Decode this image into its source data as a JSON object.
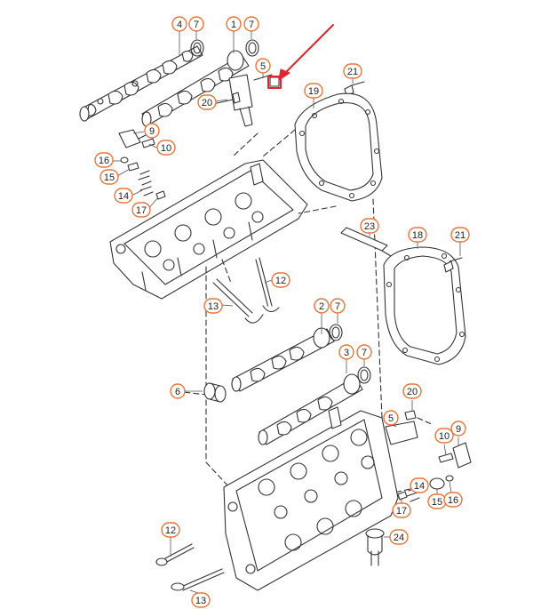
{
  "diagram": {
    "accent_color": "#e8763a",
    "highlight_color": "#e3242b",
    "line_color": "#333333",
    "callouts": [
      {
        "id": "c-4",
        "label": "4"
      },
      {
        "id": "c-7a",
        "label": "7"
      },
      {
        "id": "c-1",
        "label": "1"
      },
      {
        "id": "c-7b",
        "label": "7"
      },
      {
        "id": "c-5a",
        "label": "5"
      },
      {
        "id": "c-20a",
        "label": "20"
      },
      {
        "id": "c-21a",
        "label": "21"
      },
      {
        "id": "c-19",
        "label": "19"
      },
      {
        "id": "c-9a",
        "label": "9"
      },
      {
        "id": "c-10a",
        "label": "10"
      },
      {
        "id": "c-16a",
        "label": "16"
      },
      {
        "id": "c-15a",
        "label": "15"
      },
      {
        "id": "c-14a",
        "label": "14"
      },
      {
        "id": "c-17a",
        "label": "17"
      },
      {
        "id": "c-23",
        "label": "23"
      },
      {
        "id": "c-18",
        "label": "18"
      },
      {
        "id": "c-21b",
        "label": "21"
      },
      {
        "id": "c-12a",
        "label": "12"
      },
      {
        "id": "c-13a",
        "label": "13"
      },
      {
        "id": "c-2",
        "label": "2"
      },
      {
        "id": "c-7c",
        "label": "7"
      },
      {
        "id": "c-3",
        "label": "3"
      },
      {
        "id": "c-7d",
        "label": "7"
      },
      {
        "id": "c-6",
        "label": "6"
      },
      {
        "id": "c-20b",
        "label": "20"
      },
      {
        "id": "c-5b",
        "label": "5"
      },
      {
        "id": "c-10b",
        "label": "10"
      },
      {
        "id": "c-9b",
        "label": "9"
      },
      {
        "id": "c-14b",
        "label": "14"
      },
      {
        "id": "c-17b",
        "label": "17"
      },
      {
        "id": "c-15b",
        "label": "15"
      },
      {
        "id": "c-16b",
        "label": "16"
      },
      {
        "id": "c-24",
        "label": "24"
      },
      {
        "id": "c-12b",
        "label": "12"
      },
      {
        "id": "c-13b",
        "label": "13"
      }
    ]
  }
}
